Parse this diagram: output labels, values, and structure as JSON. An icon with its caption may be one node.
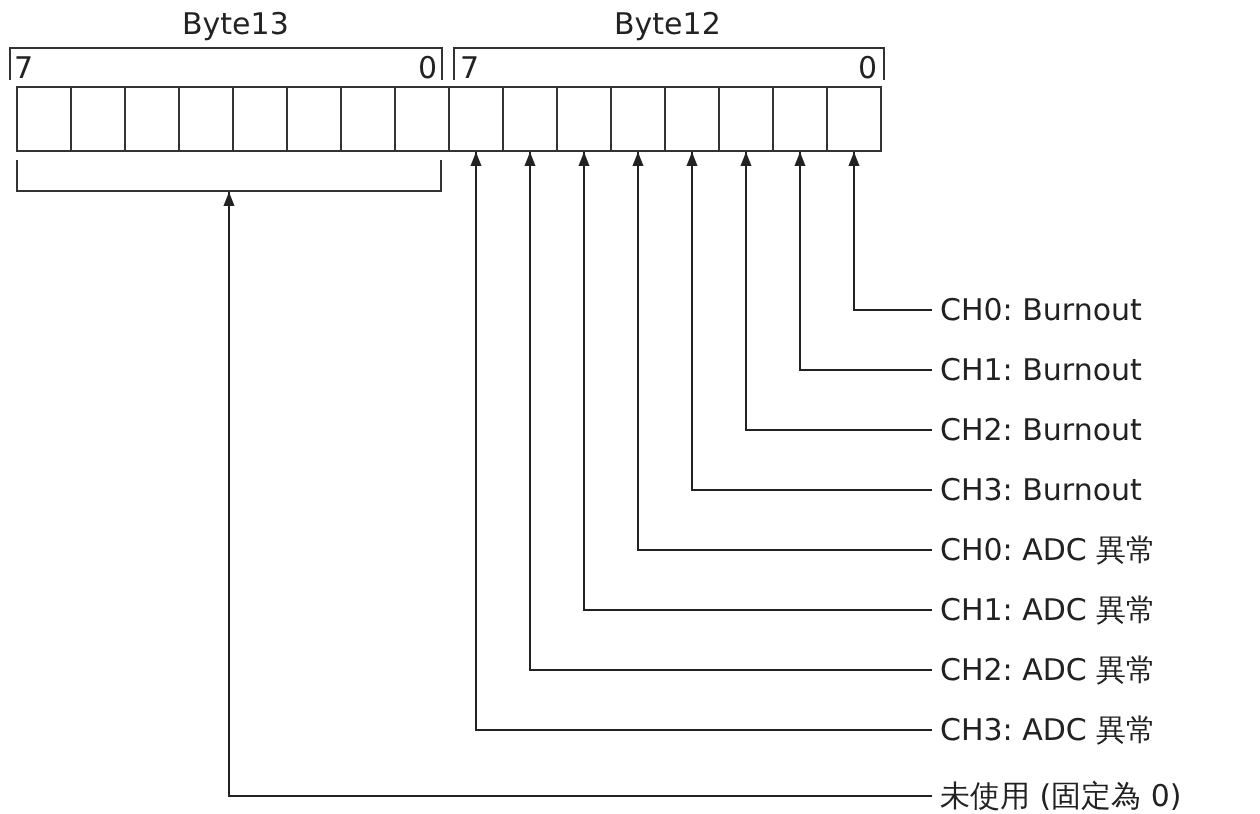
{
  "diagram": {
    "nodes": [
      {
        "text": [],
        "shape": "box"
      },
      {
        "text": [],
        "shape": "box"
      },
      {
        "text": [],
        "shape": "box"
      },
      {
        "text": [],
        "shape": "box"
      },
      {
        "text": [],
        "shape": "box"
      },
      {
        "text": [],
        "shape": "box"
      },
      {
        "text": [],
        "shape": "box"
      },
      {
        "text": [],
        "shape": "box"
      },
      {
        "text": [],
        "shape": "box"
      },
      {
        "text": [],
        "shape": "box"
      },
      {
        "text": [],
        "shape": "box"
      },
      {
        "text": [],
        "shape": "box"
      },
      {
        "text": [],
        "shape": "box"
      },
      {
        "text": [],
        "shape": "box"
      },
      {
        "text": [],
        "shape": "box"
      },
      {
        "text": [],
        "shape": "box"
      },
      {
        "text": [],
        "shape": "bracket"
      },
      {
        "text": [
          "CH0: Burnout"
        ]
      },
      {
        "text": [
          "CH1: Burnout"
        ]
      },
      {
        "text": [
          "CH2: Burnout"
        ]
      },
      {
        "text": [
          "CH3: Burnout"
        ]
      },
      {
        "text": [
          "CH0: ADC 異常"
        ]
      },
      {
        "text": [
          "CH1: ADC 異常"
        ]
      },
      {
        "text": [
          "CH2: ADC 異常"
        ]
      },
      {
        "text": [
          "CH3: ADC 異常"
        ]
      },
      {
        "text": [
          "未使用 (固定為 0)"
        ]
      }
    ],
    "edges": [
      {
        "from": 17,
        "to": 15,
        "arrow": "to"
      },
      {
        "from": 18,
        "to": 14,
        "arrow": "to"
      },
      {
        "from": 19,
        "to": 13,
        "arrow": "to"
      },
      {
        "from": 20,
        "to": 12,
        "arrow": "to"
      },
      {
        "from": 21,
        "to": 11,
        "arrow": "to"
      },
      {
        "from": 22,
        "to": 10,
        "arrow": "to"
      },
      {
        "from": 23,
        "to": 9,
        "arrow": "to"
      },
      {
        "from": 24,
        "to": 8,
        "arrow": "to"
      },
      {
        "from": 25,
        "to": 16,
        "arrow": "to"
      }
    ],
    "labels": [
      "Byte13",
      "Byte12",
      "7",
      "0",
      "7",
      "0"
    ]
  }
}
